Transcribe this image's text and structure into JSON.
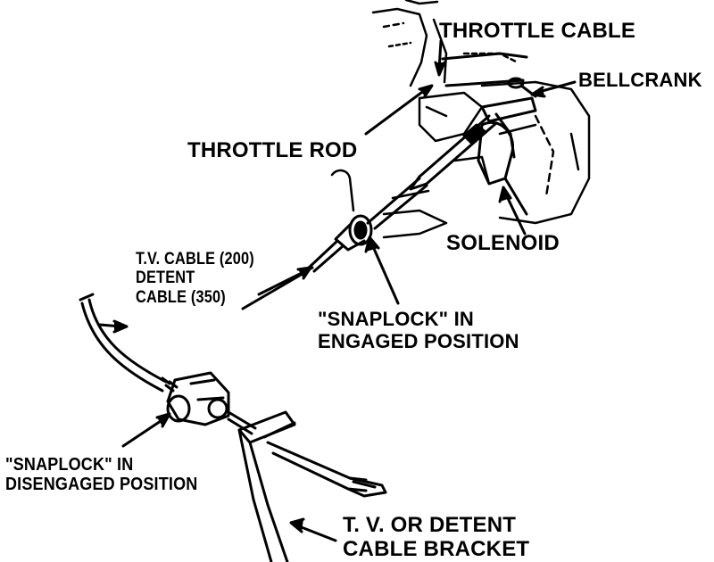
{
  "labels": {
    "throttle_cable": "THROTTLE CABLE",
    "bellcrank": "BELLCRANK",
    "throttle_rod": "THROTTLE ROD",
    "solenoid": "SOLENOID",
    "tv_cable_line1": "T.V. CABLE (200)",
    "tv_cable_line2": "DETENT",
    "tv_cable_line3": "CABLE (350)",
    "snaplock_engaged_line1": "\"SNAPLOCK\" IN",
    "snaplock_engaged_line2": "ENGAGED POSITION",
    "snaplock_disengaged_line1": "\"SNAPLOCK\" IN",
    "snaplock_disengaged_line2": "DISENGAGED POSITION",
    "bracket_line1": "T. V. OR DETENT",
    "bracket_line2": "CABLE BRACKET"
  },
  "colors": {
    "ink": "#000000",
    "paper": "#ffffff"
  }
}
